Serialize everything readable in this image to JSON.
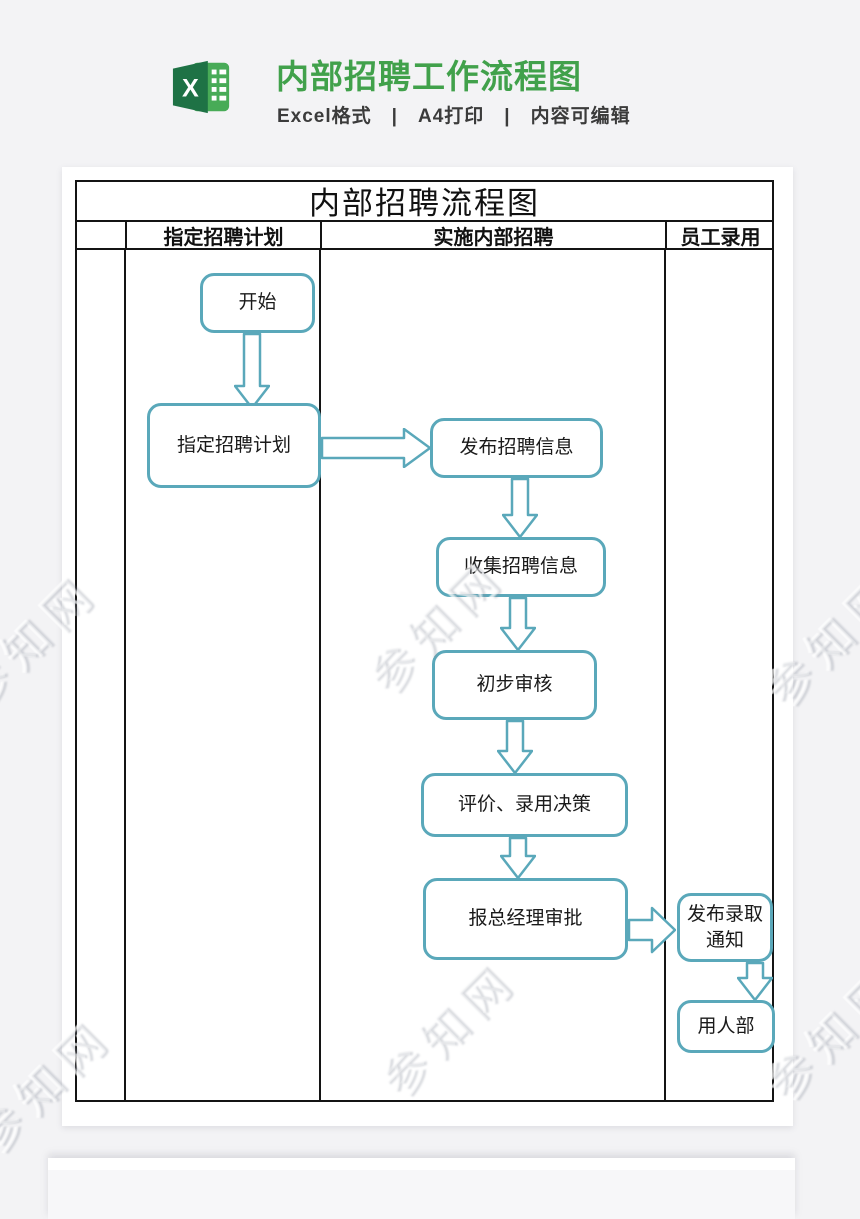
{
  "header": {
    "title": "内部招聘工作流程图",
    "subtitle": "Excel格式　|　A4打印　|　内容可编辑",
    "icon": "excel-logo",
    "accent_color": "#41a14b"
  },
  "flowchart": {
    "title": "内部招聘流程图",
    "lanes": [
      {
        "label": ""
      },
      {
        "label": "指定招聘计划"
      },
      {
        "label": "实施内部招聘"
      },
      {
        "label": "员工录用"
      }
    ],
    "nodes": [
      {
        "id": "start",
        "label": "开始",
        "lane": "指定招聘计划"
      },
      {
        "id": "make-plan",
        "label": "指定招聘计划",
        "lane": "指定招聘计划"
      },
      {
        "id": "publish-info",
        "label": "发布招聘信息",
        "lane": "实施内部招聘"
      },
      {
        "id": "collect-info",
        "label": "收集招聘信息",
        "lane": "实施内部招聘"
      },
      {
        "id": "preliminary-review",
        "label": "初步审核",
        "lane": "实施内部招聘"
      },
      {
        "id": "evaluate-decide",
        "label": "评价、录用决策",
        "lane": "实施内部招聘"
      },
      {
        "id": "gm-approval",
        "label": "报总经理审批",
        "lane": "实施内部招聘"
      },
      {
        "id": "admission-notice",
        "label": "发布录取通知",
        "lane": "员工录用"
      },
      {
        "id": "employing-dept",
        "label": "用人部",
        "lane": "员工录用"
      }
    ],
    "edges": [
      {
        "from": "开始",
        "to": "指定招聘计划"
      },
      {
        "from": "指定招聘计划",
        "to": "发布招聘信息"
      },
      {
        "from": "发布招聘信息",
        "to": "收集招聘信息"
      },
      {
        "from": "收集招聘信息",
        "to": "初步审核"
      },
      {
        "from": "初步审核",
        "to": "评价、录用决策"
      },
      {
        "from": "评价、录用决策",
        "to": "报总经理审批"
      },
      {
        "from": "报总经理审批",
        "to": "发布录取通知"
      },
      {
        "from": "发布录取通知",
        "to": "用人部"
      }
    ],
    "node_border_color": "#5aa8ba",
    "table_border_color": "#141414"
  },
  "watermark": {
    "text": "参知网"
  }
}
